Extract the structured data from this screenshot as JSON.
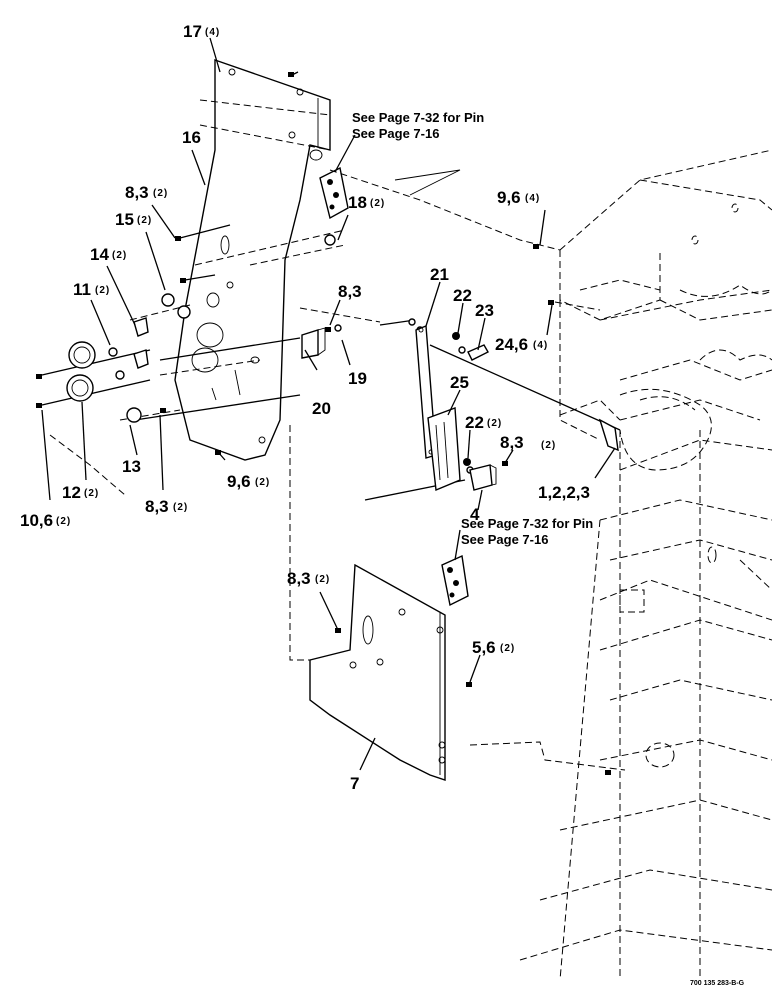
{
  "labels": {
    "l17": "17",
    "q17": "(4)",
    "l16": "16",
    "l83a": "8,3",
    "q83a": "(2)",
    "l15": "15",
    "q15": "(2)",
    "l14": "14",
    "q14": "(2)",
    "l11": "11",
    "q11": "(2)",
    "l18": "18",
    "q18": "(2)",
    "l83b": "8,3",
    "l19": "19",
    "l20": "20",
    "l13": "13",
    "l12": "12",
    "q12": "(2)",
    "l106": "10,6",
    "q106": "(2)",
    "l83c": "8,3",
    "q83c": "(2)",
    "l96a": "9,6",
    "q96a": "(2)",
    "l96b": "9,6",
    "q96b": "(4)",
    "l246": "24,6",
    "q246": "(4)",
    "l21": "21",
    "l22a": "22",
    "l23": "23",
    "l25": "25",
    "l22b": "22",
    "q22b": "(2)",
    "l83d": "8,3",
    "q83d": "(2)",
    "l4": "4",
    "l1223": "1,2,2,3",
    "l83e": "8,3",
    "q83e": "(2)",
    "l56": "5,6",
    "q56": "(2)",
    "l7": "7"
  },
  "notes": {
    "pin_top": "See Page 7-32 for Pin",
    "page_top": "See Page 7-16",
    "pin_bottom": "See Page 7-32 for Pin",
    "page_bottom": "See Page 7-16"
  },
  "figure_code": "700 135 283-B-G"
}
